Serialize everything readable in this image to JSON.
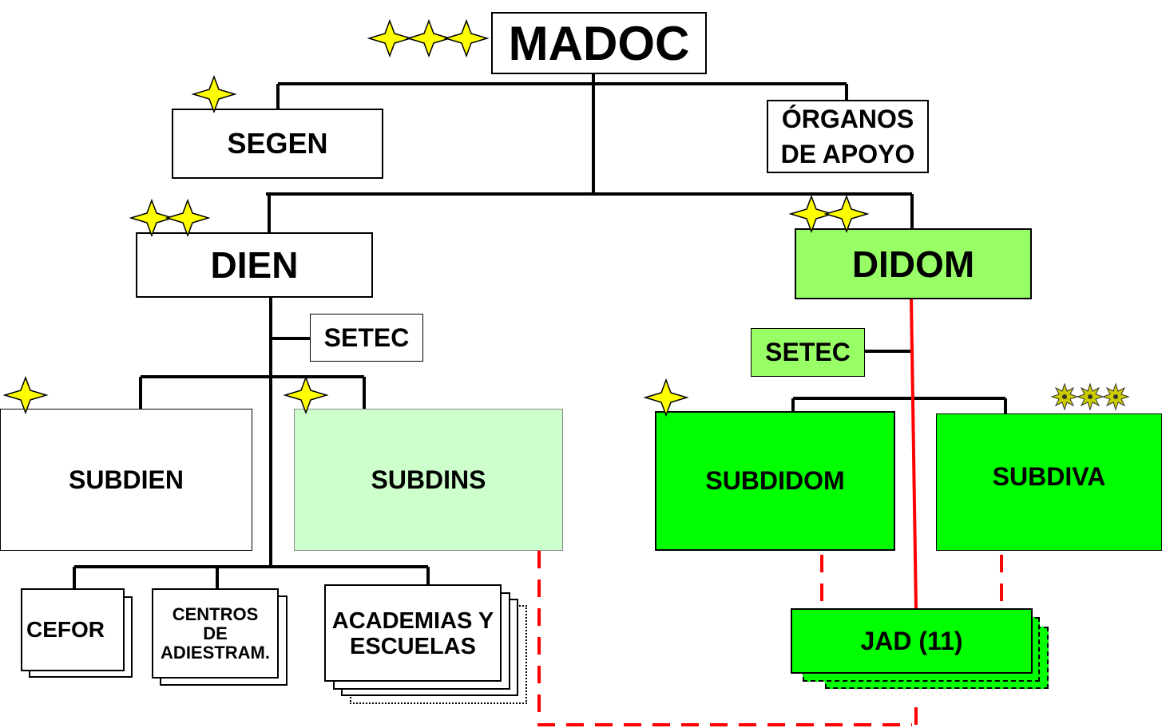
{
  "nodes": {
    "madoc": "MADOC",
    "segen": "SEGEN",
    "organos_line1": "ÓRGANOS",
    "organos_line2": "DE APOYO",
    "dien": "DIEN",
    "didom": "DIDOM",
    "setec_dien": "SETEC",
    "setec_didom": "SETEC",
    "subdien": "SUBDIEN",
    "subdins": "SUBDINS",
    "subdidom": "SUBDIDOM",
    "subdiva": "SUBDIVA",
    "cefor": "CEFOR",
    "centros_line1": "CENTROS",
    "centros_line2": "DE",
    "centros_line3": "ADIESTRAM.",
    "academias_line1": "ACADEMIAS Y",
    "academias_line2": "ESCUELAS",
    "jad": "JAD (11)"
  },
  "colors": {
    "light_green": "#99ff66",
    "pale_green": "#ccffcc",
    "bright_green": "#00ff00",
    "star_yellow": "#ffff00",
    "star_olive": "#cccc00",
    "link_red": "#ff0000"
  }
}
